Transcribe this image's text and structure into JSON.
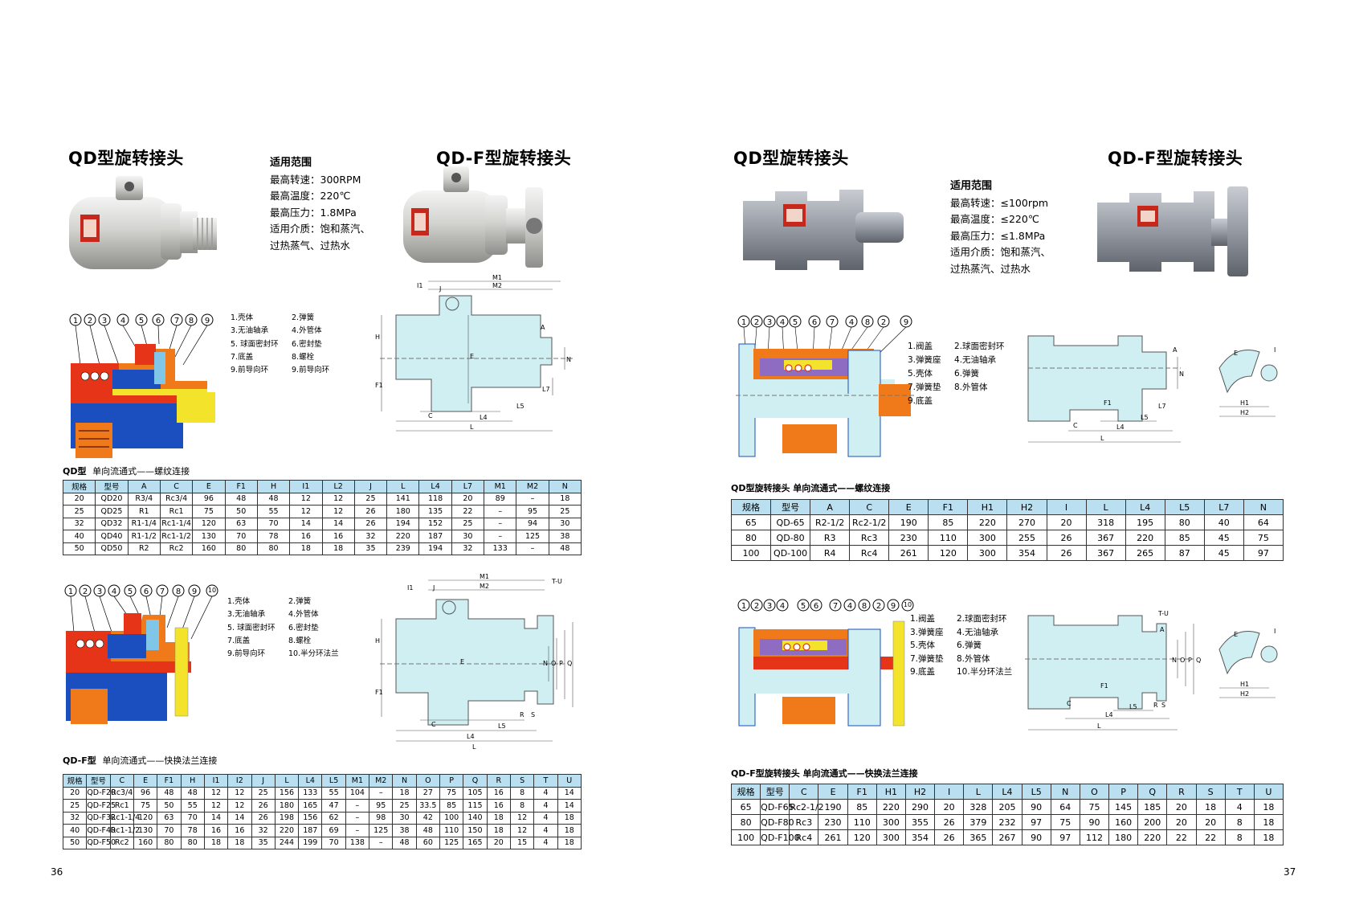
{
  "left": {
    "title_qd": "QD型旋转接头",
    "title_qdf": "QD-F型旋转接头",
    "scope": {
      "heading": "适用范围",
      "lines": [
        "最高转速：300RPM",
        "最高温度：220℃",
        "最高压力：1.8MPa",
        "适用介质：饱和蒸汽、",
        "过热蒸气、过热水"
      ]
    },
    "legend1": [
      [
        "1.壳体",
        "2.弹簧"
      ],
      [
        "3.无油轴承",
        "4.外管体"
      ],
      [
        "5. 球面密封环",
        "6.密封垫"
      ],
      [
        "7.底盖",
        "8.螺栓"
      ],
      [
        "9.前导向环",
        "9.前导向环"
      ]
    ],
    "legend2": [
      [
        "1.壳体",
        "2.弹簧"
      ],
      [
        "3.无油轴承",
        "4.外管体"
      ],
      [
        "5. 球面密封环",
        "6.密封垫"
      ],
      [
        "7.底盖",
        "8.螺栓"
      ],
      [
        "9.前导向环",
        "10.半分环法兰"
      ]
    ],
    "caption1": {
      "bold": "QD型",
      "rest": "单向流通式——螺纹连接"
    },
    "caption2": {
      "bold": "QD-F型",
      "rest": "单向流通式——快换法兰连接"
    },
    "table1": {
      "headers": [
        "规格",
        "型号",
        "A",
        "C",
        "E",
        "F1",
        "H",
        "I1",
        "L2",
        "J",
        "L",
        "L4",
        "L7",
        "M1",
        "M2",
        "N"
      ],
      "rows": [
        [
          "20",
          "QD20",
          "R3/4",
          "Rc3/4",
          "96",
          "48",
          "48",
          "12",
          "12",
          "25",
          "141",
          "118",
          "20",
          "89",
          "–",
          "18"
        ],
        [
          "25",
          "QD25",
          "R1",
          "Rc1",
          "75",
          "50",
          "55",
          "12",
          "12",
          "26",
          "180",
          "135",
          "22",
          "–",
          "95",
          "25"
        ],
        [
          "32",
          "QD32",
          "R1-1/4",
          "Rc1-1/4",
          "120",
          "63",
          "70",
          "14",
          "14",
          "26",
          "194",
          "152",
          "25",
          "–",
          "94",
          "30"
        ],
        [
          "40",
          "QD40",
          "R1-1/2",
          "Rc1-1/2",
          "130",
          "70",
          "78",
          "16",
          "16",
          "32",
          "220",
          "187",
          "30",
          "–",
          "125",
          "38"
        ],
        [
          "50",
          "QD50",
          "R2",
          "Rc2",
          "160",
          "80",
          "80",
          "18",
          "18",
          "35",
          "239",
          "194",
          "32",
          "133",
          "–",
          "48"
        ]
      ]
    },
    "table2": {
      "headers": [
        "规格",
        "型号",
        "C",
        "E",
        "F1",
        "H",
        "I1",
        "I2",
        "J",
        "L",
        "L4",
        "L5",
        "M1",
        "M2",
        "N",
        "O",
        "P",
        "Q",
        "R",
        "S",
        "T",
        "U"
      ],
      "rows": [
        [
          "20",
          "QD-F20",
          "Rc3/4",
          "96",
          "48",
          "48",
          "12",
          "12",
          "25",
          "156",
          "133",
          "55",
          "104",
          "–",
          "18",
          "27",
          "75",
          "105",
          "16",
          "8",
          "4",
          "14"
        ],
        [
          "25",
          "QD-F25",
          "Rc1",
          "75",
          "50",
          "55",
          "12",
          "12",
          "26",
          "180",
          "165",
          "47",
          "–",
          "95",
          "25",
          "33.5",
          "85",
          "115",
          "16",
          "8",
          "4",
          "14"
        ],
        [
          "32",
          "QD-F32",
          "Rc1-1/4",
          "120",
          "63",
          "70",
          "14",
          "14",
          "26",
          "198",
          "156",
          "62",
          "–",
          "98",
          "30",
          "42",
          "100",
          "140",
          "18",
          "12",
          "4",
          "18"
        ],
        [
          "40",
          "QD-F40",
          "Rc1-1/2",
          "130",
          "70",
          "78",
          "16",
          "16",
          "32",
          "220",
          "187",
          "69",
          "–",
          "125",
          "38",
          "48",
          "110",
          "150",
          "18",
          "12",
          "4",
          "18"
        ],
        [
          "50",
          "QD-F50",
          "Rc2",
          "160",
          "80",
          "80",
          "18",
          "18",
          "35",
          "244",
          "199",
          "70",
          "138",
          "–",
          "48",
          "60",
          "125",
          "165",
          "20",
          "15",
          "4",
          "18"
        ]
      ]
    },
    "page_number": "36",
    "balloons1": [
      "1",
      "2",
      "3",
      "4",
      "5",
      "6",
      "7",
      "8",
      "9"
    ],
    "balloons2": [
      "1",
      "2",
      "3",
      "4",
      "5",
      "6",
      "7",
      "8",
      "9",
      "10"
    ]
  },
  "right": {
    "title_qd": "QD型旋转接头",
    "title_qdf": "QD-F型旋转接头",
    "scope": {
      "heading": "适用范围",
      "lines": [
        "最高转速：≤100rpm",
        "最高温度：≤220℃",
        "最高压力：≤1.8MPa",
        "适用介质：饱和蒸汽、",
        "过热蒸汽、过热水"
      ]
    },
    "legend1": [
      [
        "1.阀盖",
        "2.球面密封环"
      ],
      [
        "3.弹簧座",
        "4.无油轴承"
      ],
      [
        "5.壳体",
        "6.弹簧"
      ],
      [
        "7.弹簧垫",
        "8.外管体"
      ],
      [
        "9.底盖",
        ""
      ]
    ],
    "legend2": [
      [
        "1.阀盖",
        "2.球面密封环"
      ],
      [
        "3.弹簧座",
        "4.无油轴承"
      ],
      [
        "5.壳体",
        "6.弹簧"
      ],
      [
        "7.弹簧垫",
        "8.外管体"
      ],
      [
        "9.底盖",
        "10.半分环法兰"
      ]
    ],
    "caption1": "QD型旋转接头  单向流通式——螺纹连接",
    "caption2": "QD-F型旋转接头  单向流通式——快换法兰连接",
    "table1": {
      "headers": [
        "规格",
        "型号",
        "A",
        "C",
        "E",
        "F1",
        "H1",
        "H2",
        "I",
        "L",
        "L4",
        "L5",
        "L7",
        "N"
      ],
      "rows": [
        [
          "65",
          "QD-65",
          "R2-1/2",
          "Rc2-1/2",
          "190",
          "85",
          "220",
          "270",
          "20",
          "318",
          "195",
          "80",
          "40",
          "64"
        ],
        [
          "80",
          "QD-80",
          "R3",
          "Rc3",
          "230",
          "110",
          "300",
          "255",
          "26",
          "367",
          "220",
          "85",
          "45",
          "75"
        ],
        [
          "100",
          "QD-100",
          "R4",
          "Rc4",
          "261",
          "120",
          "300",
          "354",
          "26",
          "367",
          "265",
          "87",
          "45",
          "97"
        ]
      ]
    },
    "table2": {
      "headers": [
        "规格",
        "型号",
        "C",
        "E",
        "F1",
        "H1",
        "H2",
        "I",
        "L",
        "L4",
        "L5",
        "N",
        "O",
        "P",
        "Q",
        "R",
        "S",
        "T",
        "U"
      ],
      "rows": [
        [
          "65",
          "QD-F65",
          "Rc2-1/2",
          "190",
          "85",
          "220",
          "290",
          "20",
          "328",
          "205",
          "90",
          "64",
          "75",
          "145",
          "185",
          "20",
          "18",
          "4",
          "18"
        ],
        [
          "80",
          "QD-F80",
          "Rc3",
          "230",
          "110",
          "300",
          "355",
          "26",
          "379",
          "232",
          "97",
          "75",
          "90",
          "160",
          "200",
          "20",
          "20",
          "8",
          "18"
        ],
        [
          "100",
          "QD-F100",
          "Rc4",
          "261",
          "120",
          "300",
          "354",
          "26",
          "365",
          "267",
          "90",
          "97",
          "112",
          "180",
          "220",
          "22",
          "22",
          "8",
          "18"
        ]
      ]
    },
    "page_number": "37",
    "balloons1": [
      "1",
      "2",
      "3",
      "4",
      "5",
      "6",
      "7",
      "4",
      "8",
      "2",
      "9"
    ],
    "balloons2": [
      "1",
      "2",
      "3",
      "4",
      "5",
      "6",
      "7",
      "4",
      "8",
      "2",
      "9",
      "10"
    ]
  },
  "colors": {
    "table_header": "#b9dff0",
    "drawing_fill": "#cfeff2",
    "seal_red": "#e53417",
    "body_orange": "#f07a1a",
    "accent_blue": "#1b4fbf",
    "yellow": "#f3e32a"
  }
}
